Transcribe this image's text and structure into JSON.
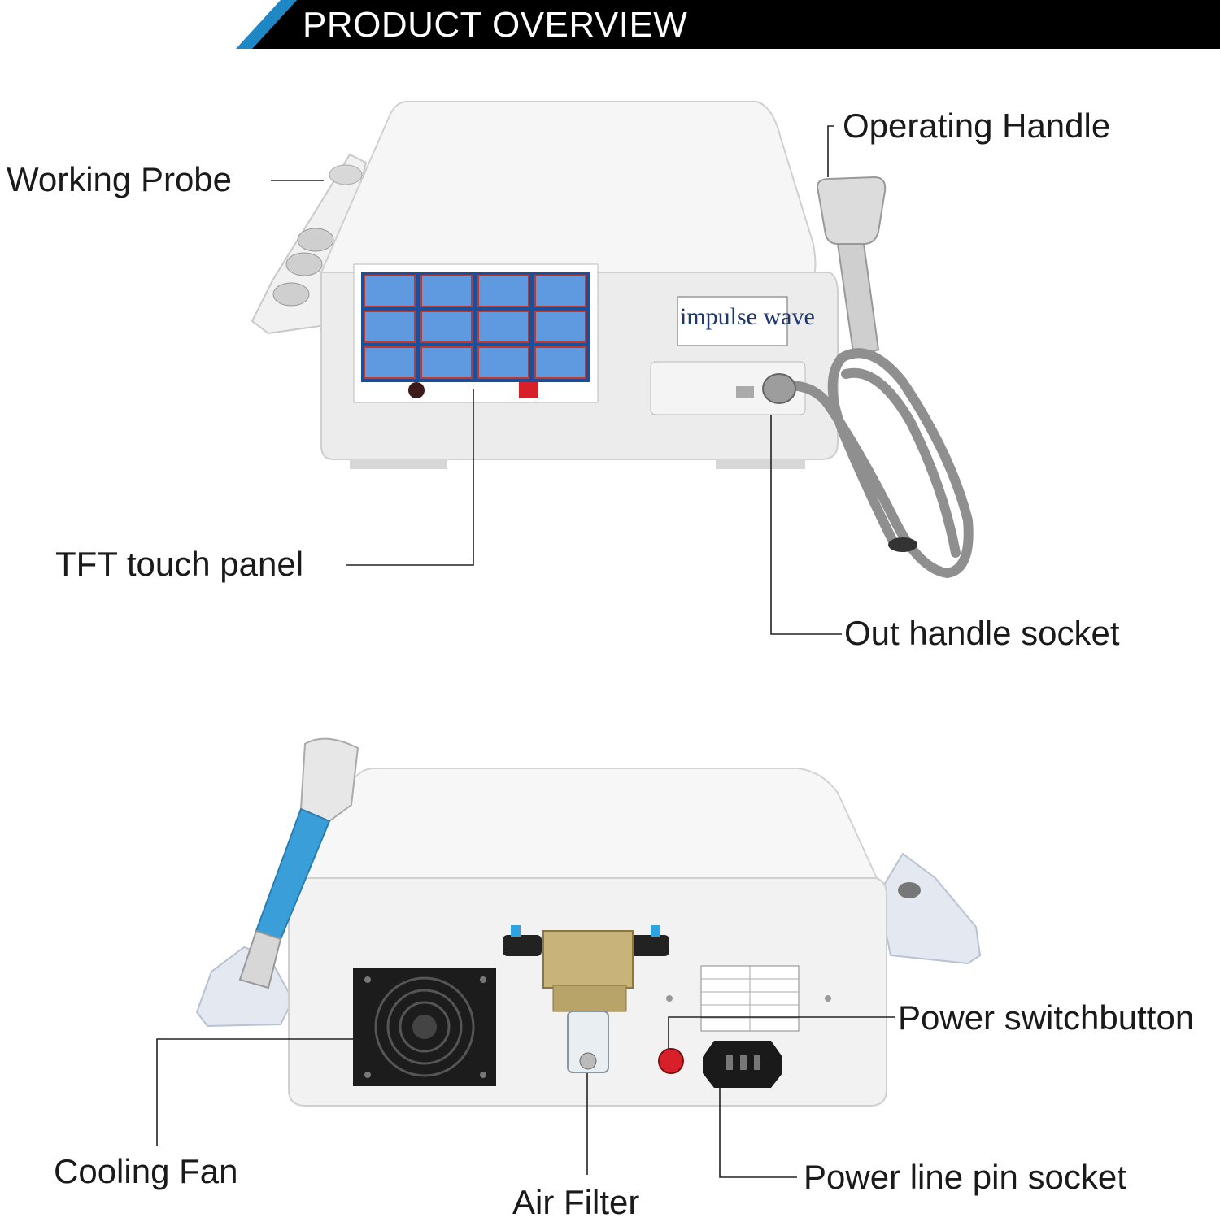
{
  "header": {
    "title": "PRODUCT OVERVIEW"
  },
  "front_view": {
    "device_badge": "impulse wave",
    "callouts": {
      "working_probe": "Working Probe",
      "operating_handle": "Operating Handle",
      "tft_touch_panel": "TFT touch panel",
      "out_handle_socket": "Out handle socket"
    }
  },
  "rear_view": {
    "callouts": {
      "power_switch_button": "Power switchbutton",
      "cooling_fan": "Cooling Fan",
      "air_filter": "Air Filter",
      "power_line_pin_socket": "Power line pin socket"
    }
  },
  "colors": {
    "banner_black": "#000000",
    "banner_blue": "#1e88c7",
    "device_body": "#eeeeee",
    "screen_blue": "#2a6fd0",
    "handle_blue": "#3a9fd8",
    "switch_red": "#d8202a"
  }
}
